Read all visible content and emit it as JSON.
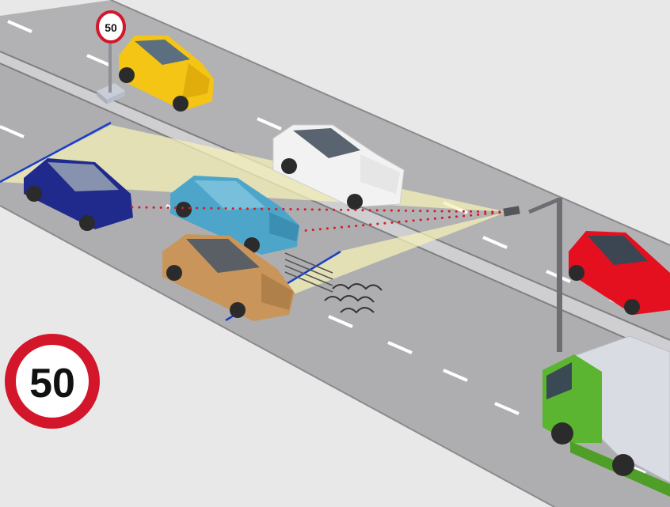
{
  "scene": {
    "description_type": "illustration",
    "colors": {
      "ground": "#e8e8e9",
      "road": "#aeaeb0",
      "curb": "#7f7f81",
      "lane_marking": "#ffffff",
      "detection_line": "#1a3ec8",
      "camera_beam": "#f4f0b8",
      "laser_dots": "#d01f26",
      "sign_red": "#d3162a",
      "car_yellow": "#f4c514",
      "car_white": "#f2f2f2",
      "car_blue": "#1f2a8c",
      "car_light_blue": "#4da6c9",
      "car_tan": "#c9955a",
      "car_red": "#e4101f",
      "truck_green": "#5cb531",
      "truck_box": "#d9dde3"
    }
  },
  "speed_sign_large": {
    "value": "50"
  },
  "speed_sign_small": {
    "value": "50"
  }
}
